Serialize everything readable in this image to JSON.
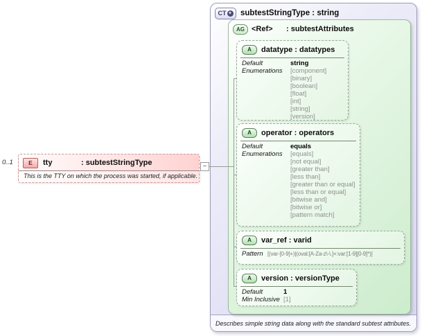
{
  "element": {
    "cardinality": "0..1",
    "badge": "E",
    "name": "tty",
    "type": ": subtestStringType",
    "annotation": "This is the TTY on which the process was started, if applicable."
  },
  "connector": {
    "collapse_glyph": "−"
  },
  "complex_type": {
    "badge": "CT",
    "plus_glyph": "+",
    "title": "subtestStringType : string",
    "annotation": "Describes simple string data along with the standard subtest attributes."
  },
  "attribute_group": {
    "badge": "AG",
    "ref": "<Ref>",
    "type": ": subtestAttributes"
  },
  "attributes": [
    {
      "badge": "A",
      "title": "datatype : datatypes",
      "facets": [
        {
          "label": "Default",
          "value": "string",
          "kind": "default"
        },
        {
          "label": "Enumerations",
          "value": "[component]",
          "kind": "enum"
        },
        {
          "label": "",
          "value": "[binary]",
          "kind": "enum"
        },
        {
          "label": "",
          "value": "[boolean]",
          "kind": "enum"
        },
        {
          "label": "",
          "value": "[float]",
          "kind": "enum"
        },
        {
          "label": "",
          "value": "[int]",
          "kind": "enum"
        },
        {
          "label": "",
          "value": "[string]",
          "kind": "enum"
        },
        {
          "label": "",
          "value": "[version]",
          "kind": "enum"
        }
      ]
    },
    {
      "badge": "A",
      "title": "operator : operators",
      "facets": [
        {
          "label": "Default",
          "value": "equals",
          "kind": "default"
        },
        {
          "label": "Enumerations",
          "value": "[equals]",
          "kind": "enum"
        },
        {
          "label": "",
          "value": "[not equal]",
          "kind": "enum"
        },
        {
          "label": "",
          "value": "[greater than]",
          "kind": "enum"
        },
        {
          "label": "",
          "value": "[less than]",
          "kind": "enum"
        },
        {
          "label": "",
          "value": "[greater than or equal]",
          "kind": "enum"
        },
        {
          "label": "",
          "value": "[less than or equal]",
          "kind": "enum"
        },
        {
          "label": "",
          "value": "[bitwise and]",
          "kind": "enum"
        },
        {
          "label": "",
          "value": "[bitwise or]",
          "kind": "enum"
        },
        {
          "label": "",
          "value": "[pattern match]",
          "kind": "enum"
        }
      ]
    },
    {
      "badge": "A",
      "title": "var_ref : varid",
      "facets": [
        {
          "label": "Pattern",
          "value": "[(var-[0-9]+)|(oval:[A-Za-z\\-\\.]+:var:[1-9][0-9]*)]",
          "kind": "pattern"
        }
      ]
    },
    {
      "badge": "A",
      "title": "version : versionType",
      "facets": [
        {
          "label": "Default",
          "value": "1",
          "kind": "default"
        },
        {
          "label": "Min Inclusive",
          "value": "[1]",
          "kind": "enum"
        }
      ]
    }
  ],
  "colors": {
    "complex_type_fill": "#dedef4",
    "attribute_group_fill": "#ddf3dd",
    "element_fill": "#ffd2d2",
    "connector": "#9a9a9a"
  }
}
